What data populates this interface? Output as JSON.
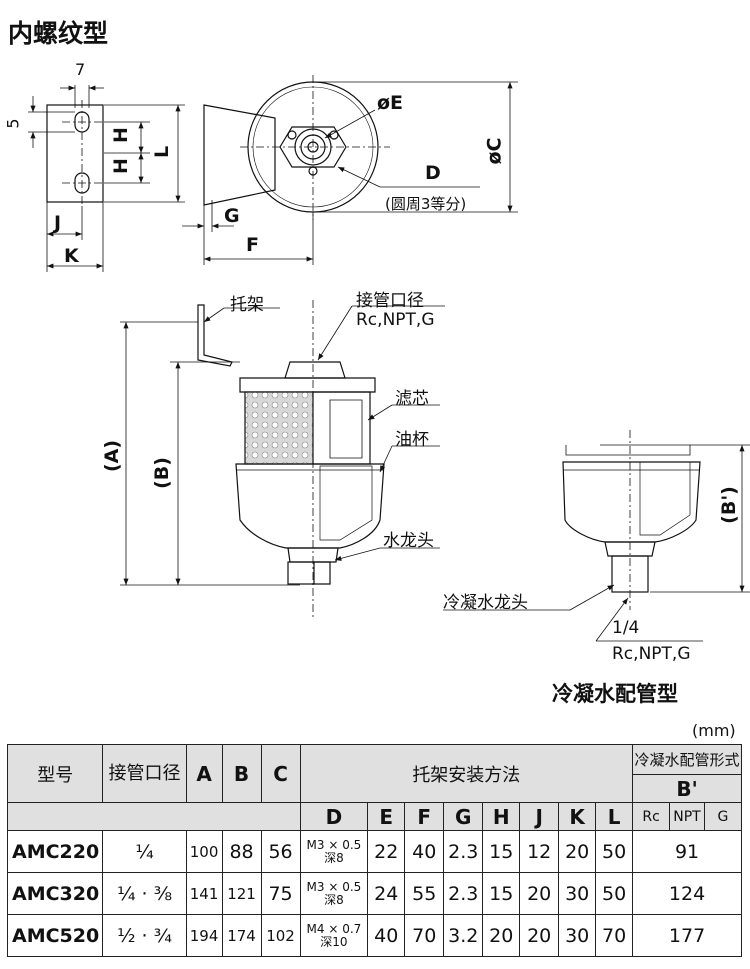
{
  "title": "内螺纹型",
  "drain_title": "冷凝水配管型",
  "unit": "(mm)",
  "labels": {
    "bracket": "托架",
    "port_size": "接管口径",
    "port_threads": "Rc,NPT,G",
    "element": "滤芯",
    "bowl": "油杯",
    "drain_cock": "水龙头",
    "drain_cock2": "冷凝水龙头",
    "drain_size": "1/4",
    "drain_threads": "Rc,NPT,G",
    "d_note": "(圆周3等分)"
  },
  "dims": {
    "seven": "7",
    "five": "5",
    "L": "L",
    "H1": "H",
    "H2": "H",
    "J": "J",
    "K": "K",
    "E": "øE",
    "C": "øC",
    "D": "D",
    "G": "G",
    "F": "F",
    "A": "(A)",
    "B": "(B)",
    "Bp": "(B')"
  },
  "table": {
    "headers": {
      "model": "型号",
      "port": "接管口径",
      "A": "A",
      "B": "B",
      "C": "C",
      "mounting": "托架安装方法",
      "drain_type": "冷凝水配管形式",
      "Bp": "B'",
      "D": "D",
      "E": "E",
      "F": "F",
      "G": "G",
      "H": "H",
      "J": "J",
      "K": "K",
      "L": "L",
      "Rc": "Rc",
      "NPT": "NPT",
      "Gt": "G"
    },
    "rows": [
      {
        "model": "AMC220",
        "port": "¼",
        "A": "100",
        "B": "88",
        "C": "56",
        "D1": "M3 × 0.5",
        "D2": "深8",
        "E": "22",
        "F": "40",
        "G": "2.3",
        "H": "15",
        "J": "12",
        "K": "20",
        "L": "50",
        "Bp": "91"
      },
      {
        "model": "AMC320",
        "port": "¼ · ⅜",
        "A": "141",
        "B": "121",
        "C": "75",
        "D1": "M3 × 0.5",
        "D2": "深8",
        "E": "24",
        "F": "55",
        "G": "2.3",
        "H": "15",
        "J": "20",
        "K": "30",
        "L": "50",
        "Bp": "124"
      },
      {
        "model": "AMC520",
        "port": "½ · ¾",
        "A": "194",
        "B": "174",
        "C": "102",
        "D1": "M4 × 0.7",
        "D2": "深10",
        "E": "40",
        "F": "70",
        "G": "3.2",
        "H": "20",
        "J": "20",
        "K": "30",
        "L": "70",
        "Bp": "177"
      }
    ]
  }
}
